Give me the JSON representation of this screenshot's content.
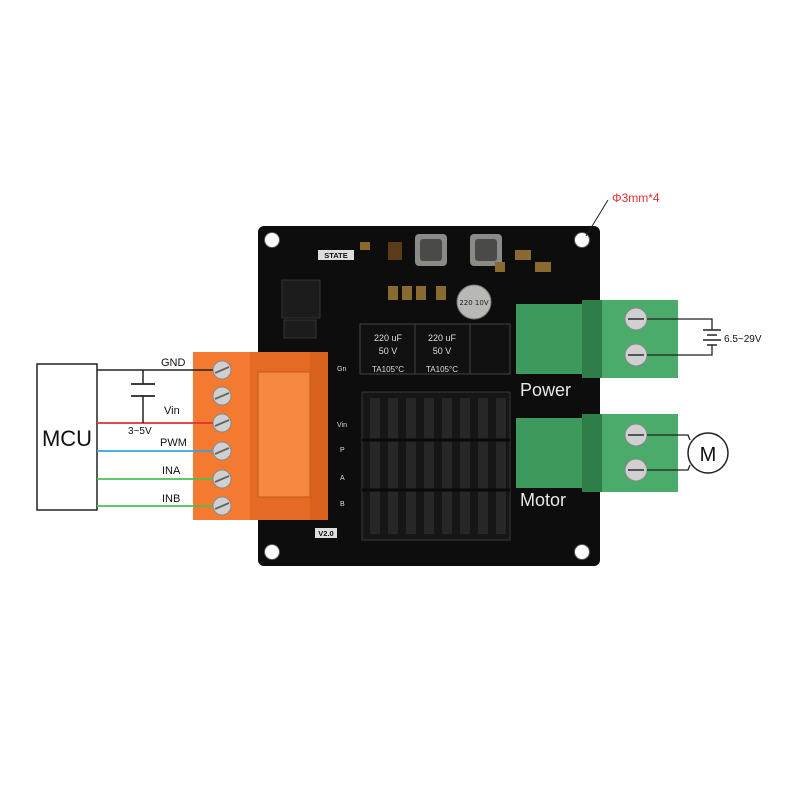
{
  "mcu_label": "MCU",
  "mounting_hole_label": "Φ3mm*4",
  "supply_voltage_label": "3~5V",
  "power_input_label": "6.5~29V",
  "motor_symbol": "M",
  "board_labels": {
    "power": "Power",
    "motor": "Motor",
    "version": "V2.0",
    "state": "STATE"
  },
  "pin_labels": [
    "GND",
    "Vin",
    "PWM",
    "INA",
    "INB"
  ],
  "board_pin_marks": [
    "Gn",
    "Vin",
    "P",
    "A",
    "B"
  ],
  "capacitor_text": {
    "value": "220 uF",
    "voltage": "50 V",
    "rating": "TA105°C"
  },
  "small_cap_text": "220 10V",
  "wire_colors": {
    "gnd": "#222222",
    "vin": "#e03030",
    "pwm": "#3aa0e0",
    "ina": "#4cc050",
    "inb": "#4cc050"
  },
  "colors": {
    "board": "#0d0d0d",
    "terminal_orange": "#f47a32",
    "terminal_green": "#3d9a5c",
    "hole_label": "#e03030"
  }
}
